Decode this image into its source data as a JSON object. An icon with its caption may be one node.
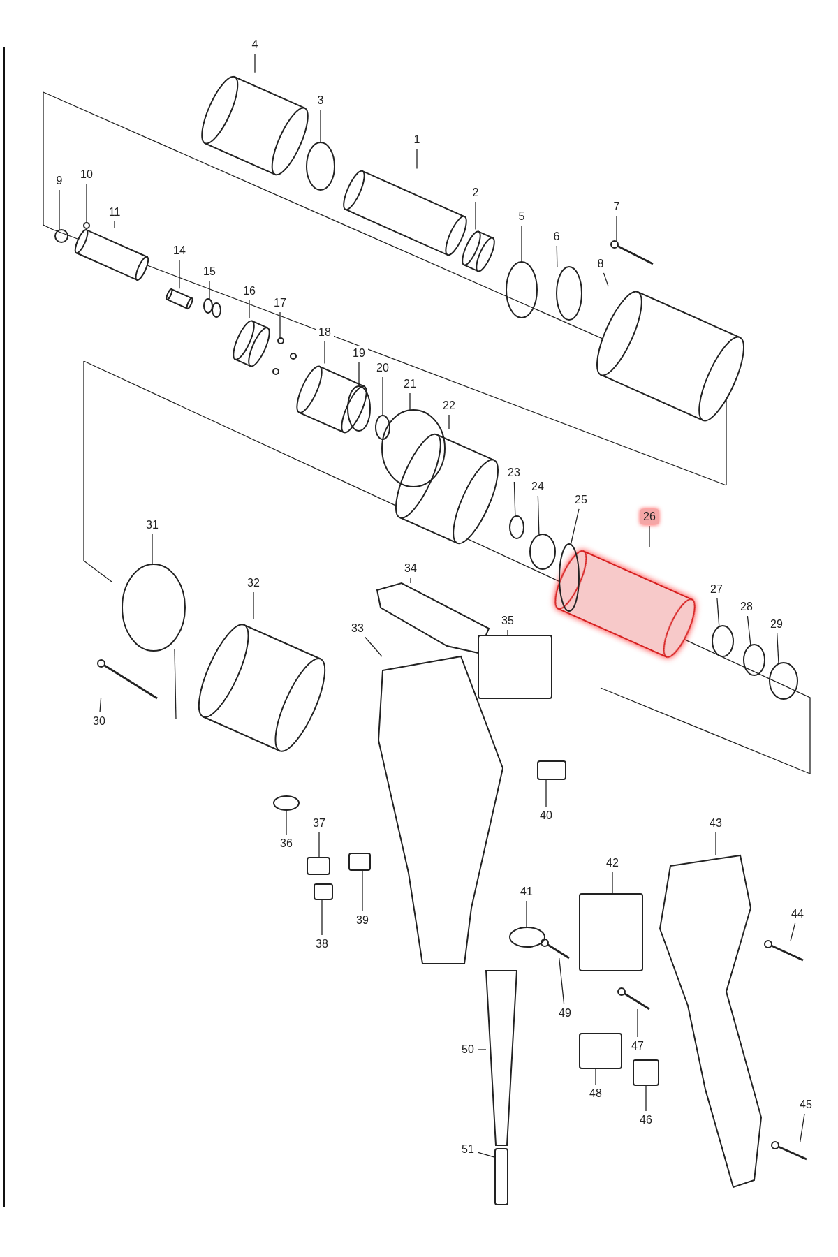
{
  "diagram": {
    "nodes": [
      {
        "text": [
          "1"
        ]
      },
      {
        "text": [
          "2"
        ]
      },
      {
        "text": [
          "3"
        ]
      },
      {
        "text": [
          "4"
        ]
      },
      {
        "text": [
          "5"
        ]
      },
      {
        "text": [
          "6"
        ]
      },
      {
        "text": [
          "7"
        ]
      },
      {
        "text": [
          "8"
        ]
      },
      {
        "text": [
          "9"
        ]
      },
      {
        "text": [
          "10"
        ]
      },
      {
        "text": [
          "11"
        ]
      },
      {
        "text": [
          "14"
        ]
      },
      {
        "text": [
          "15"
        ]
      },
      {
        "text": [
          "16"
        ]
      },
      {
        "text": [
          "17"
        ]
      },
      {
        "text": [
          "18"
        ]
      },
      {
        "text": [
          "19"
        ]
      },
      {
        "text": [
          "20"
        ]
      },
      {
        "text": [
          "21"
        ]
      },
      {
        "text": [
          "22"
        ]
      },
      {
        "text": [
          "23"
        ]
      },
      {
        "text": [
          "24"
        ]
      },
      {
        "text": [
          "25"
        ]
      },
      {
        "text": [
          "26"
        ]
      },
      {
        "text": [
          "27"
        ]
      },
      {
        "text": [
          "28"
        ]
      },
      {
        "text": [
          "29"
        ]
      },
      {
        "text": [
          "30"
        ]
      },
      {
        "text": [
          "31"
        ]
      },
      {
        "text": [
          "32"
        ]
      },
      {
        "text": [
          "33"
        ]
      },
      {
        "text": [
          "34"
        ]
      },
      {
        "text": [
          "35"
        ]
      },
      {
        "text": [
          "36"
        ]
      },
      {
        "text": [
          "37"
        ]
      },
      {
        "text": [
          "38"
        ]
      },
      {
        "text": [
          "39"
        ]
      },
      {
        "text": [
          "40"
        ]
      },
      {
        "text": [
          "41"
        ]
      },
      {
        "text": [
          "42"
        ]
      },
      {
        "text": [
          "43"
        ]
      },
      {
        "text": [
          "44"
        ]
      },
      {
        "text": [
          "45"
        ]
      },
      {
        "text": [
          "46"
        ]
      },
      {
        "text": [
          "47"
        ]
      },
      {
        "text": [
          "48"
        ]
      },
      {
        "text": [
          "49"
        ]
      },
      {
        "text": [
          "50"
        ]
      },
      {
        "text": [
          "51"
        ]
      },
      {
        "text": [],
        "shape": "picture"
      },
      {
        "text": [],
        "shape": "picture"
      },
      {
        "text": [],
        "shape": "circle"
      },
      {
        "text": [],
        "shape": "picture"
      },
      {
        "text": [],
        "shape": "circle"
      },
      {
        "text": [],
        "shape": "circle"
      },
      {
        "text": [],
        "shape": "picture"
      },
      {
        "text": [],
        "shape": "picture"
      },
      {
        "text": [],
        "shape": "circle"
      },
      {
        "text": [],
        "shape": "circle"
      },
      {
        "text": [],
        "shape": "picture"
      },
      {
        "text": [],
        "shape": "picture"
      },
      {
        "text": [],
        "shape": "circle"
      },
      {
        "text": [],
        "shape": "picture"
      },
      {
        "text": [],
        "shape": "circle"
      },
      {
        "text": [],
        "shape": "picture"
      },
      {
        "text": [],
        "shape": "circle"
      },
      {
        "text": [],
        "shape": "circle"
      },
      {
        "text": [],
        "shape": "circle"
      },
      {
        "text": [],
        "shape": "picture"
      },
      {
        "text": [],
        "shape": "circle"
      },
      {
        "text": [],
        "shape": "circle"
      },
      {
        "text": [],
        "shape": "circle"
      },
      {
        "text": [],
        "shape": "picture"
      },
      {
        "text": [],
        "shape": "circle"
      },
      {
        "text": [],
        "shape": "circle"
      },
      {
        "text": [],
        "shape": "circle"
      },
      {
        "text": [],
        "shape": "picture"
      },
      {
        "text": [],
        "shape": "circle"
      },
      {
        "text": [],
        "shape": "picture"
      },
      {
        "text": [],
        "shape": "picture"
      },
      {
        "text": [],
        "shape": "picture"
      },
      {
        "text": [],
        "shape": "box"
      },
      {
        "text": [],
        "shape": "circle"
      },
      {
        "text": [],
        "shape": "box"
      },
      {
        "text": [],
        "shape": "box"
      },
      {
        "text": [],
        "shape": "box"
      },
      {
        "text": [],
        "shape": "box"
      },
      {
        "text": [],
        "shape": "circle"
      },
      {
        "text": [],
        "shape": "box"
      },
      {
        "text": [],
        "shape": "picture"
      },
      {
        "text": [],
        "shape": "picture"
      },
      {
        "text": [],
        "shape": "picture"
      },
      {
        "text": [],
        "shape": "box"
      },
      {
        "text": [],
        "shape": "picture"
      },
      {
        "text": [],
        "shape": "box"
      },
      {
        "text": [],
        "shape": "picture"
      },
      {
        "text": [],
        "shape": "picture"
      },
      {
        "text": [],
        "shape": "box"
      }
    ],
    "edges": [
      {
        "from": 0,
        "to": 49,
        "arrow": "none"
      },
      {
        "from": 1,
        "to": 50,
        "arrow": "none"
      },
      {
        "from": 2,
        "to": 51,
        "arrow": "none"
      },
      {
        "from": 3,
        "to": 52,
        "arrow": "none"
      },
      {
        "from": 4,
        "to": 53,
        "arrow": "none"
      },
      {
        "from": 5,
        "to": 54,
        "arrow": "none"
      },
      {
        "from": 6,
        "to": 55,
        "arrow": "none"
      },
      {
        "from": 7,
        "to": 56,
        "arrow": "none"
      },
      {
        "from": 8,
        "to": 57,
        "arrow": "none"
      },
      {
        "from": 9,
        "to": 58,
        "arrow": "none"
      },
      {
        "from": 10,
        "to": 59,
        "arrow": "none"
      },
      {
        "from": 11,
        "to": 60,
        "arrow": "none"
      },
      {
        "from": 12,
        "to": 61,
        "arrow": "none"
      },
      {
        "from": 13,
        "to": 62,
        "arrow": "none"
      },
      {
        "from": 14,
        "to": 63,
        "arrow": "none"
      },
      {
        "from": 15,
        "to": 64,
        "arrow": "none"
      },
      {
        "from": 16,
        "to": 65,
        "arrow": "none"
      },
      {
        "from": 17,
        "to": 66,
        "arrow": "none"
      },
      {
        "from": 18,
        "to": 67,
        "arrow": "none"
      },
      {
        "from": 19,
        "to": 68,
        "arrow": "none"
      },
      {
        "from": 20,
        "to": 69,
        "arrow": "none"
      },
      {
        "from": 21,
        "to": 70,
        "arrow": "none"
      },
      {
        "from": 22,
        "to": 71,
        "arrow": "none"
      },
      {
        "from": 23,
        "to": 72,
        "arrow": "none"
      },
      {
        "from": 24,
        "to": 73,
        "arrow": "none"
      },
      {
        "from": 25,
        "to": 74,
        "arrow": "none"
      },
      {
        "from": 26,
        "to": 75,
        "arrow": "none"
      },
      {
        "from": 27,
        "to": 76,
        "arrow": "none"
      },
      {
        "from": 28,
        "to": 77,
        "arrow": "none"
      },
      {
        "from": 29,
        "to": 78,
        "arrow": "none"
      },
      {
        "from": 30,
        "to": 79,
        "arrow": "none"
      },
      {
        "from": 31,
        "to": 80,
        "arrow": "none"
      },
      {
        "from": 32,
        "to": 81,
        "arrow": "none"
      },
      {
        "from": 33,
        "to": 82,
        "arrow": "none"
      },
      {
        "from": 34,
        "to": 83,
        "arrow": "none"
      },
      {
        "from": 35,
        "to": 84,
        "arrow": "none"
      },
      {
        "from": 36,
        "to": 85,
        "arrow": "none"
      },
      {
        "from": 37,
        "to": 86,
        "arrow": "none"
      },
      {
        "from": 38,
        "to": 87,
        "arrow": "none"
      },
      {
        "from": 39,
        "to": 88,
        "arrow": "none"
      },
      {
        "from": 40,
        "to": 89,
        "arrow": "none"
      },
      {
        "from": 41,
        "to": 90,
        "arrow": "none"
      },
      {
        "from": 42,
        "to": 91,
        "arrow": "none"
      },
      {
        "from": 43,
        "to": 92,
        "arrow": "none"
      },
      {
        "from": 44,
        "to": 93,
        "arrow": "none"
      },
      {
        "from": 45,
        "to": 94,
        "arrow": "none"
      },
      {
        "from": 46,
        "to": 95,
        "arrow": "none"
      },
      {
        "from": 47,
        "to": 96,
        "arrow": "none"
      },
      {
        "from": 48,
        "to": 97,
        "arrow": "none"
      }
    ]
  }
}
